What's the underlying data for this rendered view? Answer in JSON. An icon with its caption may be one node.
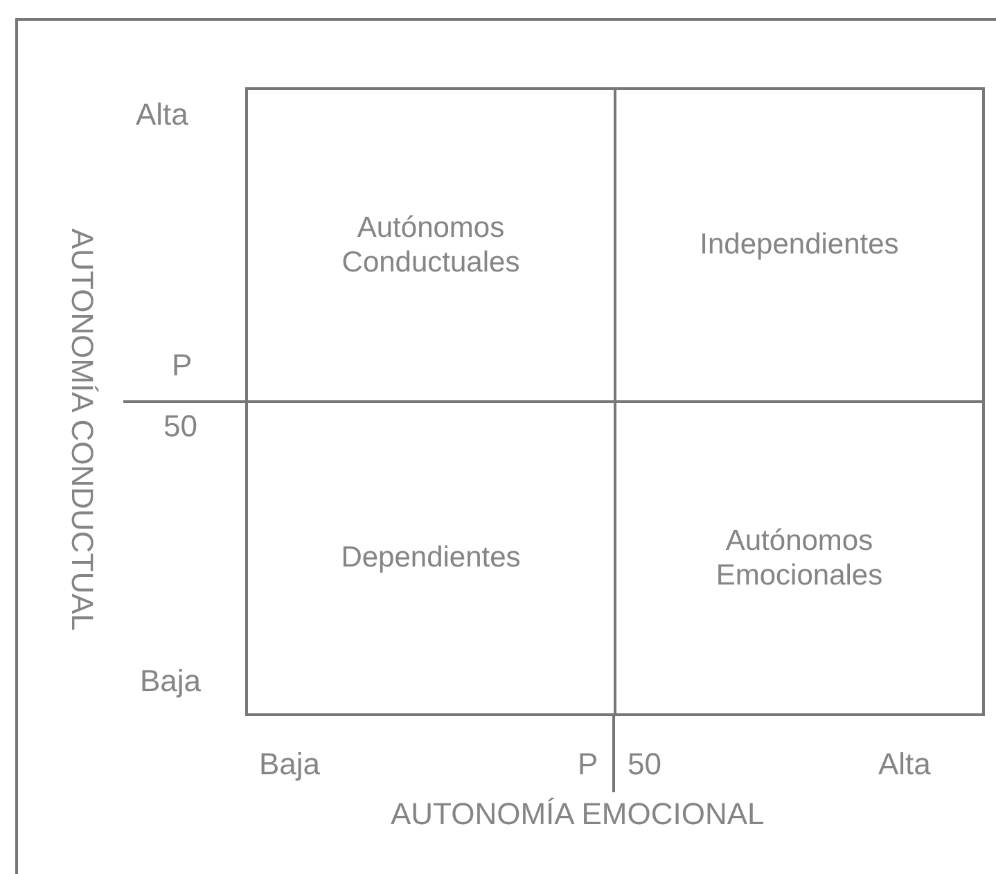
{
  "diagram": {
    "nodes": [
      {
        "text": [
          "Autónomos Conductuales"
        ]
      },
      {
        "text": [
          "Independientes"
        ]
      },
      {
        "text": [
          "Dependientes"
        ]
      },
      {
        "text": [
          "Autónomos Emocionales"
        ]
      }
    ],
    "labels": [
      "Alta",
      "P",
      "50",
      "Baja",
      "AUTONOMÍA CONDUCTUAL",
      "Baja",
      "P",
      "50",
      "Alta",
      "AUTONOMÍA EMOCIONAL"
    ]
  }
}
